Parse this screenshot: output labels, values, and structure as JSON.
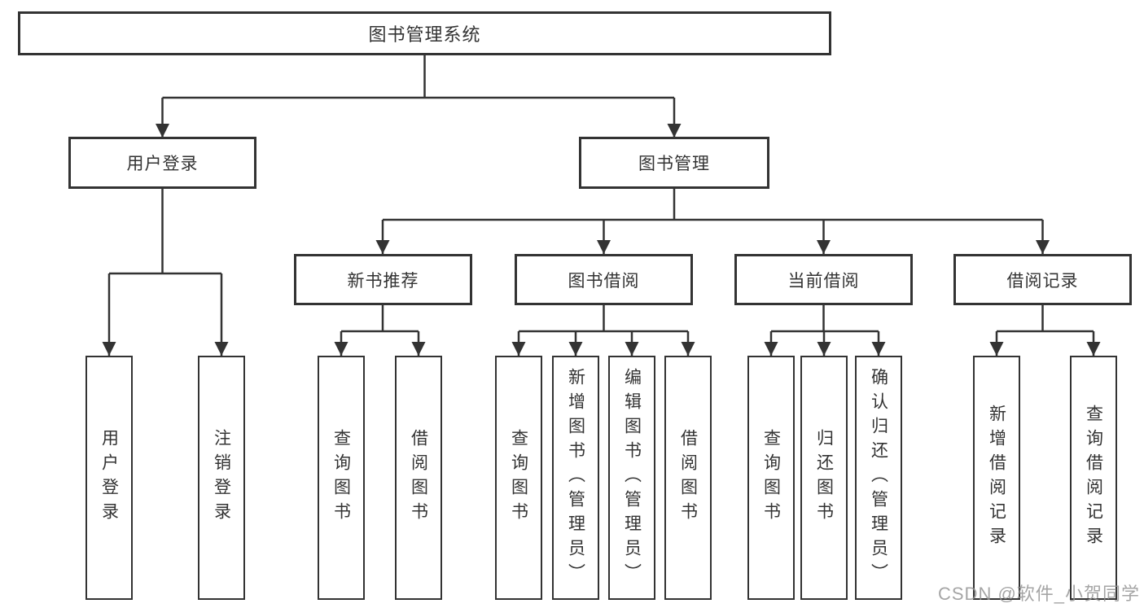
{
  "diagram": {
    "root": {
      "label": "图书管理系统"
    },
    "level2": [
      {
        "label": "用户登录"
      },
      {
        "label": "图书管理"
      }
    ],
    "level3": [
      {
        "label": "新书推荐"
      },
      {
        "label": "图书借阅"
      },
      {
        "label": "当前借阅"
      },
      {
        "label": "借阅记录"
      }
    ],
    "leaves": [
      {
        "label": "用户登录"
      },
      {
        "label": "注销登录"
      },
      {
        "label": "查询图书"
      },
      {
        "label": "借阅图书"
      },
      {
        "label": "查询图书"
      },
      {
        "label": "新增图书（管理员）"
      },
      {
        "label": "编辑图书（管理员）"
      },
      {
        "label": "借阅图书"
      },
      {
        "label": "查询图书"
      },
      {
        "label": "归还图书"
      },
      {
        "label": "确认归还（管理员）"
      },
      {
        "label": "新增借阅记录"
      },
      {
        "label": "查询借阅记录"
      }
    ],
    "watermark": "CSDN @软件_小贺同学",
    "colors": {
      "line": "#333333",
      "text": "#333333",
      "background": "#ffffff",
      "watermark": "#919191"
    }
  }
}
